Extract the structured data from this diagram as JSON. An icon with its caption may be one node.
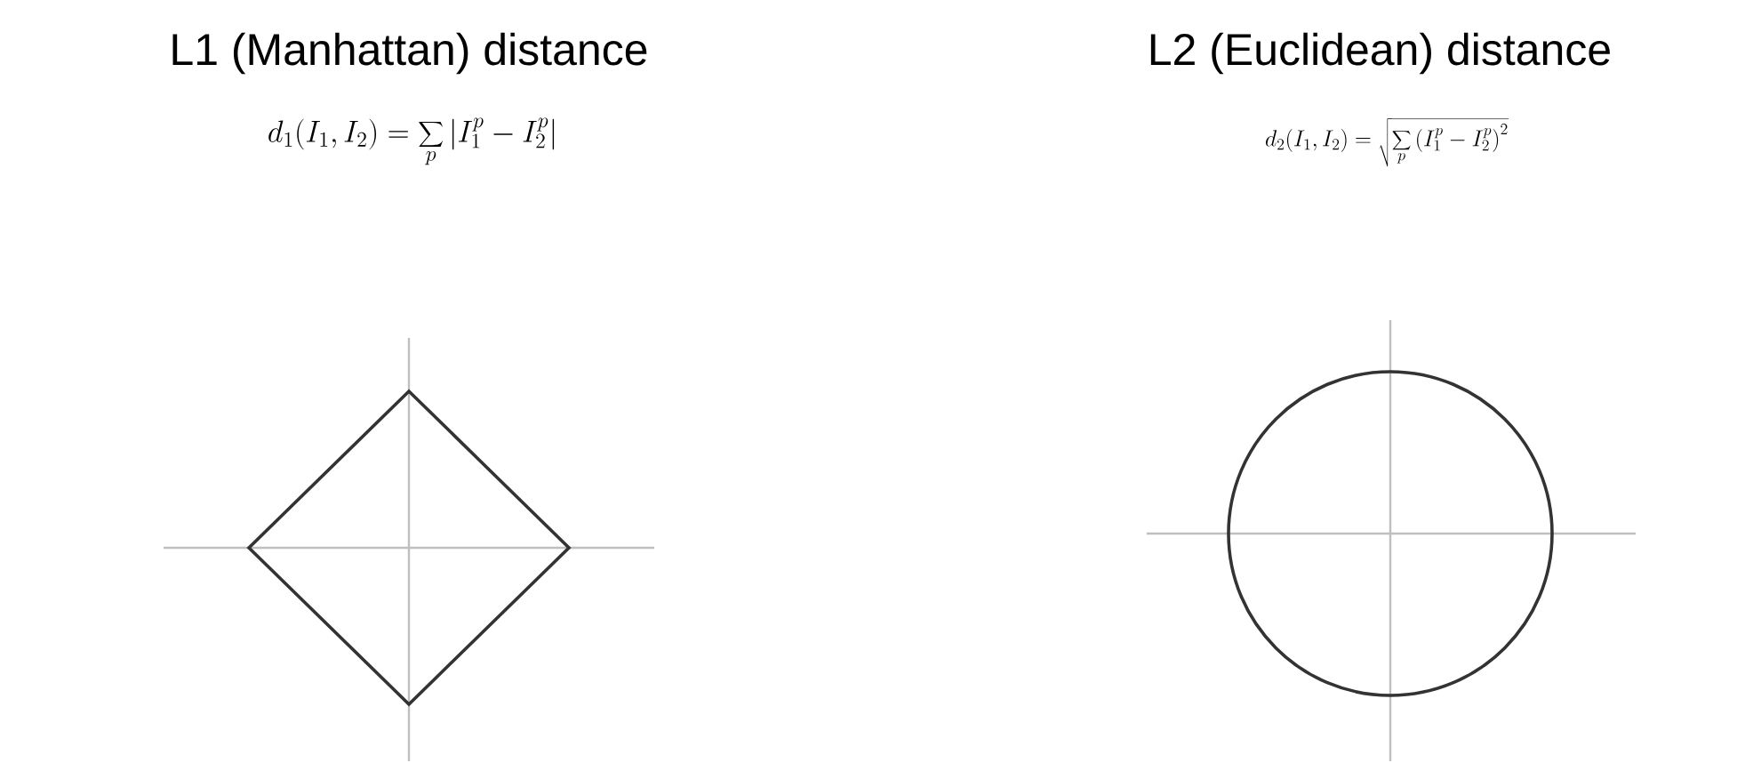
{
  "diagram": {
    "labels": [
      "L1 (Manhattan) distance",
      "d_1(I_1, I_2) = \\sum_p \\left|I_1^p - I_2^p\\right|",
      "L2 (Euclidean) distance",
      "d_2(I_1, I_2) = \\sqrt{\\sum_p \\left(I_1^p - I_2^p\\right)^2}"
    ]
  }
}
